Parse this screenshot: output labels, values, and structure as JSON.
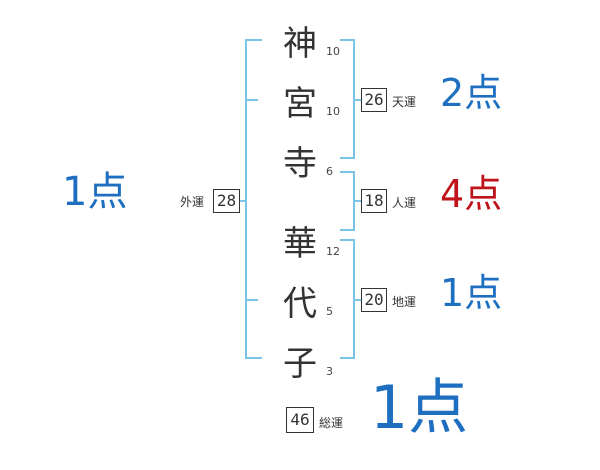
{
  "name_chars": [
    "神",
    "宮",
    "寺",
    "華",
    "代",
    "子"
  ],
  "stroke_counts": [
    "10",
    "10",
    "6",
    "12",
    "5",
    "3"
  ],
  "fortunes": {
    "tenkaku": {
      "label": "天運",
      "value": "26",
      "score": "2点"
    },
    "jinkaku": {
      "label": "人運",
      "value": "18",
      "score": "4点"
    },
    "chikaku": {
      "label": "地運",
      "value": "20",
      "score": "1点"
    },
    "gaikaku": {
      "label": "外運",
      "value": "28",
      "score": "1点"
    },
    "soukaku": {
      "label": "総運",
      "value": "46",
      "score": "1点"
    }
  },
  "colors": {
    "bracket": "#7cc4e6",
    "score_blue": "#1f6fc0",
    "score_red": "#c0141c",
    "text": "#333333"
  }
}
